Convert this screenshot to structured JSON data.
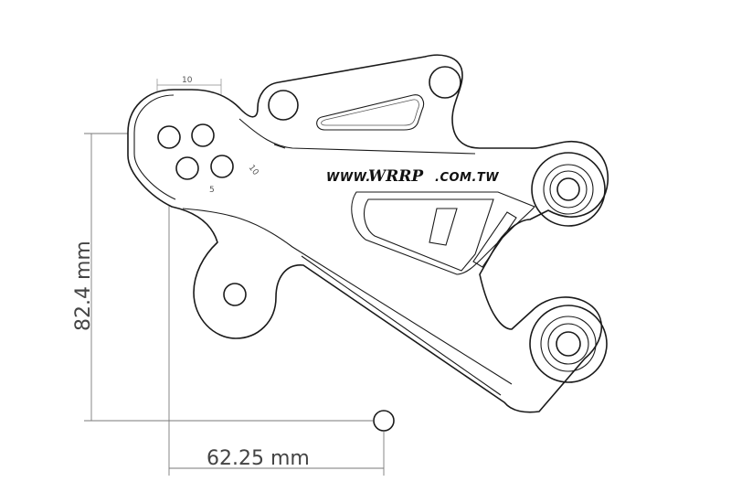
{
  "dimensions": {
    "vertical": {
      "value": "82.4 mm"
    },
    "horizontal": {
      "value": "62.25 mm"
    },
    "hole_spacing_top": "10",
    "hole_spacing_bottom": "5",
    "hole_spacing_diagonal": "10"
  },
  "branding": {
    "prefix": "WWW.",
    "logo": "WRRP",
    "suffix": ".COM.TW"
  }
}
